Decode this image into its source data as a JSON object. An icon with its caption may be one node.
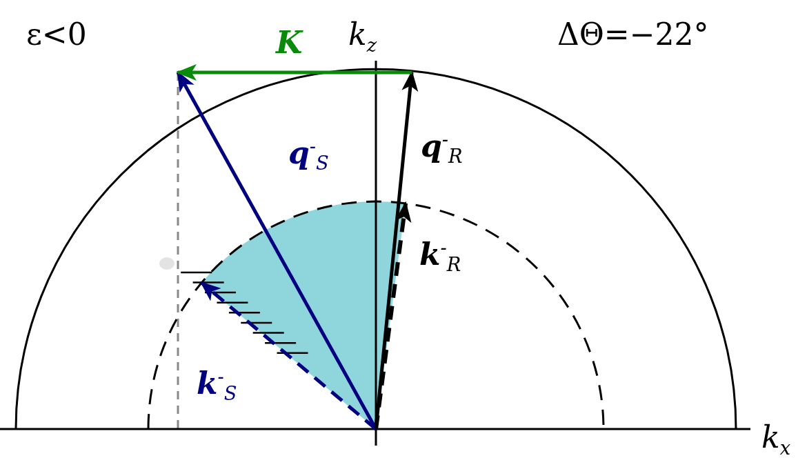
{
  "diagram": {
    "labels": [
      "ε<0",
      "**K**",
      "k$_{z}$",
      "ΔΘ=−22°",
      "**q**$^{-}$$_{S}$",
      "**q**$^{-}$$_{R}$",
      "**k**$^{-}$$_{R}$",
      "**k**$^{-}$$_{S}$",
      "k$_{x}$"
    ]
  }
}
